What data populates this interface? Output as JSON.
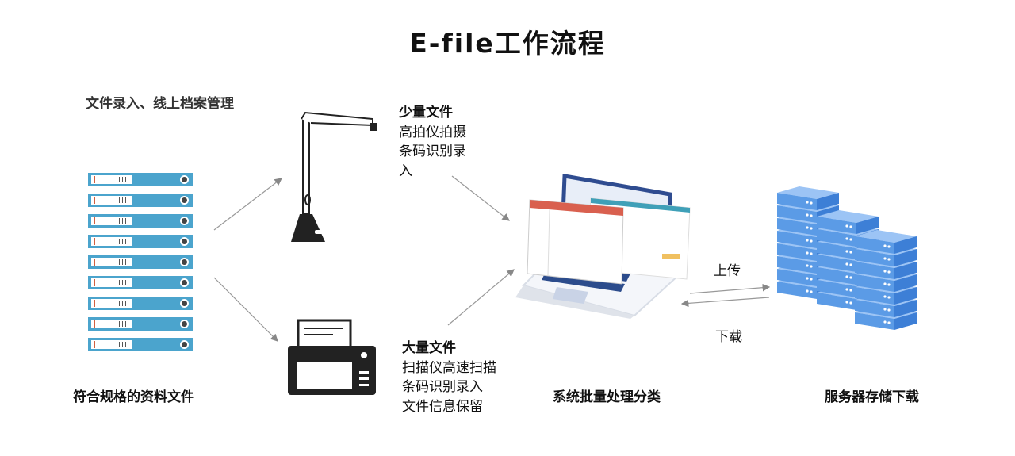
{
  "title": "E-file工作流程",
  "subtitle": "文件录入、线上档案管理",
  "stages": {
    "files": {
      "label": "符合规格的资料文件",
      "binder_count": 9
    },
    "small": {
      "heading": "少量文件",
      "lines": [
        "高拍仪拍摄",
        "条码识别录",
        "入"
      ]
    },
    "large": {
      "heading": "大量文件",
      "lines": [
        "扫描仪高速扫描",
        "条码识别录入",
        "文件信息保留"
      ]
    },
    "system": {
      "label": "系统批量处理分类"
    },
    "server": {
      "label": "服务器存储下载"
    }
  },
  "transfer": {
    "upload": "上传",
    "download": "下载"
  },
  "colors": {
    "binder": "#4ba4cd",
    "server": "#5b9be6",
    "keyboard": "#2c4c8c",
    "app_header": "#d9604f"
  }
}
